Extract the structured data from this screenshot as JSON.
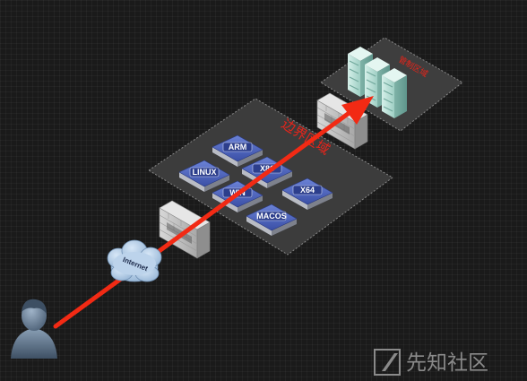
{
  "zones": {
    "border": {
      "label": "边界区域",
      "color": "#e8241a"
    },
    "core": {
      "label": "管制区域",
      "color": "#e8241a"
    }
  },
  "hosts": [
    {
      "label": "ARM"
    },
    {
      "label": "LINUX"
    },
    {
      "label": "X86"
    },
    {
      "label": "WIN"
    },
    {
      "label": "X64"
    },
    {
      "label": "MACOS"
    }
  ],
  "cloud": {
    "label": "Internet"
  },
  "watermark": {
    "text": "先知社区"
  },
  "colors": {
    "attack_arrow": "#f22a14",
    "host_blue": "#3a4fa6",
    "server_teal": "#bfe6dc",
    "zone_platform": "#3c3c3c"
  },
  "icons": [
    "user-icon",
    "firewall-icon",
    "cloud-icon",
    "server-icon",
    "watermark-logo-icon"
  ]
}
